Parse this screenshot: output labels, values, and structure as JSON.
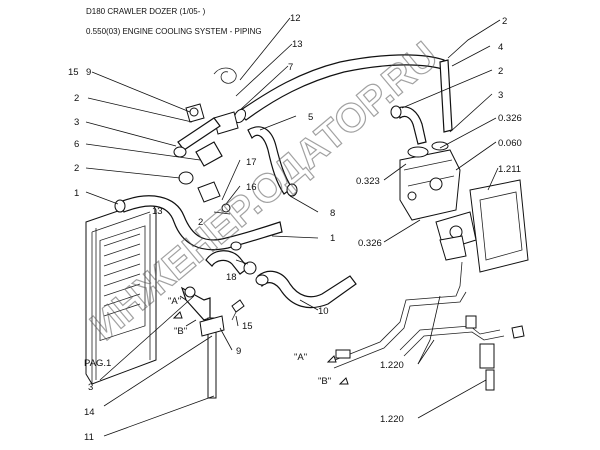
{
  "header": {
    "line1": "D180 CRAWLER DOZER (1/05- )",
    "line2": "0.550(03) ENGINE COOLING SYSTEM - PIPING"
  },
  "callouts": {
    "c12": "12",
    "c13a": "13",
    "c7": "7",
    "c9a": "9",
    "c15a": "15",
    "c2a": "2",
    "c3a": "3",
    "c6": "6",
    "c2b": "2",
    "c1a": "1",
    "c13b": "13",
    "c17": "17",
    "c16": "16",
    "c2c": "2",
    "c5": "5",
    "c8": "8",
    "c1b": "1",
    "c18": "18",
    "c10": "10",
    "c15b": "15",
    "c9b": "9",
    "c3b": "3",
    "c14": "14",
    "c11": "11",
    "c2d": "2",
    "c4": "4",
    "c2e": "2",
    "c3c": "3",
    "r0326a": "0.326",
    "r0060": "0.060",
    "r1211": "1.211",
    "r0323": "0.323",
    "r0326b": "0.326",
    "r1220a": "1.220",
    "r1220b": "1.220",
    "pag1": "PAG.1"
  },
  "markers": {
    "a1": "\"A\"",
    "b1": "\"B\"",
    "a2": "\"A\"",
    "b2": "\"B\""
  },
  "watermark": "ИНЖЕНЕР.ОДАТОР.RU"
}
